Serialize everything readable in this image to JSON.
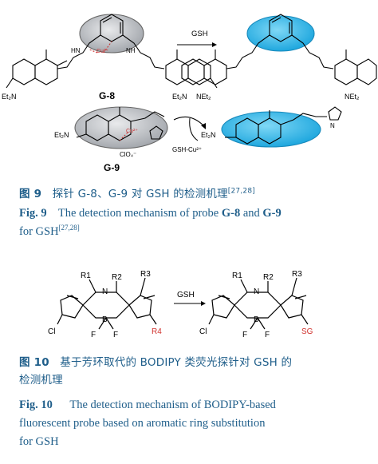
{
  "figure9": {
    "compound_g8_label": "G-8",
    "compound_g9_label": "G-9",
    "reagent_top": "GSH",
    "byproduct": "GSH-Cu²⁺",
    "cu_label": "Cu²⁺",
    "counterion": "ClO₄⁻",
    "net2_left": "Et₂N",
    "net2_right": "NEt₂",
    "hn": "HN",
    "nh": "NH",
    "nh_short": "N",
    "caption_cn_prefix": "图 9",
    "caption_cn_text": "探针 G-8、G-9 对 GSH 的检测机理",
    "caption_cn_ref": "[27,28]",
    "caption_en_prefix": "Fig. 9",
    "caption_en_text_a": "The detection mechanism of probe",
    "caption_en_bold1": "G-8",
    "caption_en_and": "and",
    "caption_en_bold2": "G-9",
    "caption_en_line2": "for GSH",
    "caption_en_ref": "[27,28]"
  },
  "figure10": {
    "reagent": "GSH",
    "r1": "R1",
    "r2": "R2",
    "r3": "R3",
    "r4": "R4",
    "sg": "SG",
    "cl": "Cl",
    "n": "N",
    "b": "B",
    "f": "F",
    "caption_cn_prefix": "图 10",
    "caption_cn_line1": "基于芳环取代的 BODIPY 类荧光探针对 GSH 的",
    "caption_cn_line2": "检测机理",
    "caption_en_prefix": "Fig. 10",
    "caption_en_line1": "The detection mechanism of BODIPY-based",
    "caption_en_line2": "fluorescent probe based on aromatic ring substitution",
    "caption_en_line3": "for GSH"
  },
  "colors": {
    "caption_blue": "#1f5e8a",
    "cyan_ellipse": "#29b6e8",
    "gray_ellipse": "#b9bcc2",
    "red_label": "#d0312d"
  }
}
